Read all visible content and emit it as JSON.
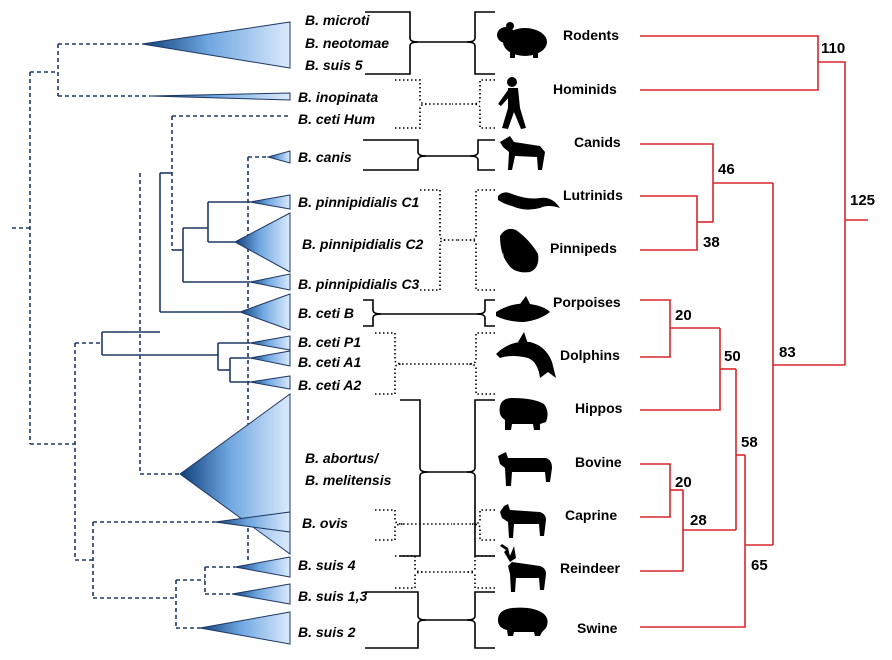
{
  "species": [
    {
      "id": "microti",
      "label": "B. microti"
    },
    {
      "id": "neotomae",
      "label": "B. neotomae"
    },
    {
      "id": "suis5",
      "label": "B. suis 5"
    },
    {
      "id": "inopinata",
      "label": "B. inopinata"
    },
    {
      "id": "cetiHum",
      "label": "B. ceti Hum"
    },
    {
      "id": "canis",
      "label": "B. canis"
    },
    {
      "id": "pinnC1",
      "label": "B. pinnipidialis C1"
    },
    {
      "id": "pinnC2",
      "label": "B. pinnipidialis C2"
    },
    {
      "id": "pinnC3",
      "label": "B. pinnipidialis C3"
    },
    {
      "id": "cetiB",
      "label": "B. ceti B"
    },
    {
      "id": "cetiP1",
      "label": "B. ceti P1"
    },
    {
      "id": "cetiA1",
      "label": "B. ceti A1"
    },
    {
      "id": "cetiA2",
      "label": "B. ceti A2"
    },
    {
      "id": "abortus1",
      "label": "B. abortus/"
    },
    {
      "id": "abortus2",
      "label": "B. melitensis"
    },
    {
      "id": "ovis",
      "label": "B. ovis"
    },
    {
      "id": "suis4",
      "label": "B. suis 4"
    },
    {
      "id": "suis13",
      "label": "B. suis 1,3"
    },
    {
      "id": "suis2",
      "label": "B. suis 2"
    }
  ],
  "hosts": [
    {
      "id": "rodents",
      "label": "Rodents",
      "icon": "rodent-icon"
    },
    {
      "id": "hominids",
      "label": "Hominids",
      "icon": "human-icon"
    },
    {
      "id": "canids",
      "label": "Canids",
      "icon": "dog-icon"
    },
    {
      "id": "lutrinids",
      "label": "Lutrinids",
      "icon": "otter-icon"
    },
    {
      "id": "pinnipeds",
      "label": "Pinnipeds",
      "icon": "walrus-icon"
    },
    {
      "id": "porpoises",
      "label": "Porpoises",
      "icon": "porpoise-icon"
    },
    {
      "id": "dolphins",
      "label": "Dolphins",
      "icon": "dolphin-icon"
    },
    {
      "id": "hippos",
      "label": "Hippos",
      "icon": "hippo-icon"
    },
    {
      "id": "bovine",
      "label": "Bovine",
      "icon": "cow-icon"
    },
    {
      "id": "caprine",
      "label": "Caprine",
      "icon": "goat-icon"
    },
    {
      "id": "reindeer",
      "label": "Reindeer",
      "icon": "reindeer-icon"
    },
    {
      "id": "swine",
      "label": "Swine",
      "icon": "pig-icon"
    }
  ],
  "divergence_times": {
    "rodents_hominids": "110",
    "root": "125",
    "canids_caniforms": "46",
    "lutrinids_pinnipeds": "38",
    "porpoises_dolphins": "20",
    "cetaceans_hippos": "50",
    "laurasiatheria": "83",
    "cetartiodactyla": "58",
    "bovine_caprine": "20",
    "bovidae_reindeer": "28",
    "ruminants_swine": "65"
  },
  "colors": {
    "bacteria_tree": "#1f3864",
    "clade_fill_light": "#dbeafc",
    "clade_fill_dark": "#1c4f8f",
    "host_tree": "#d9262b"
  }
}
